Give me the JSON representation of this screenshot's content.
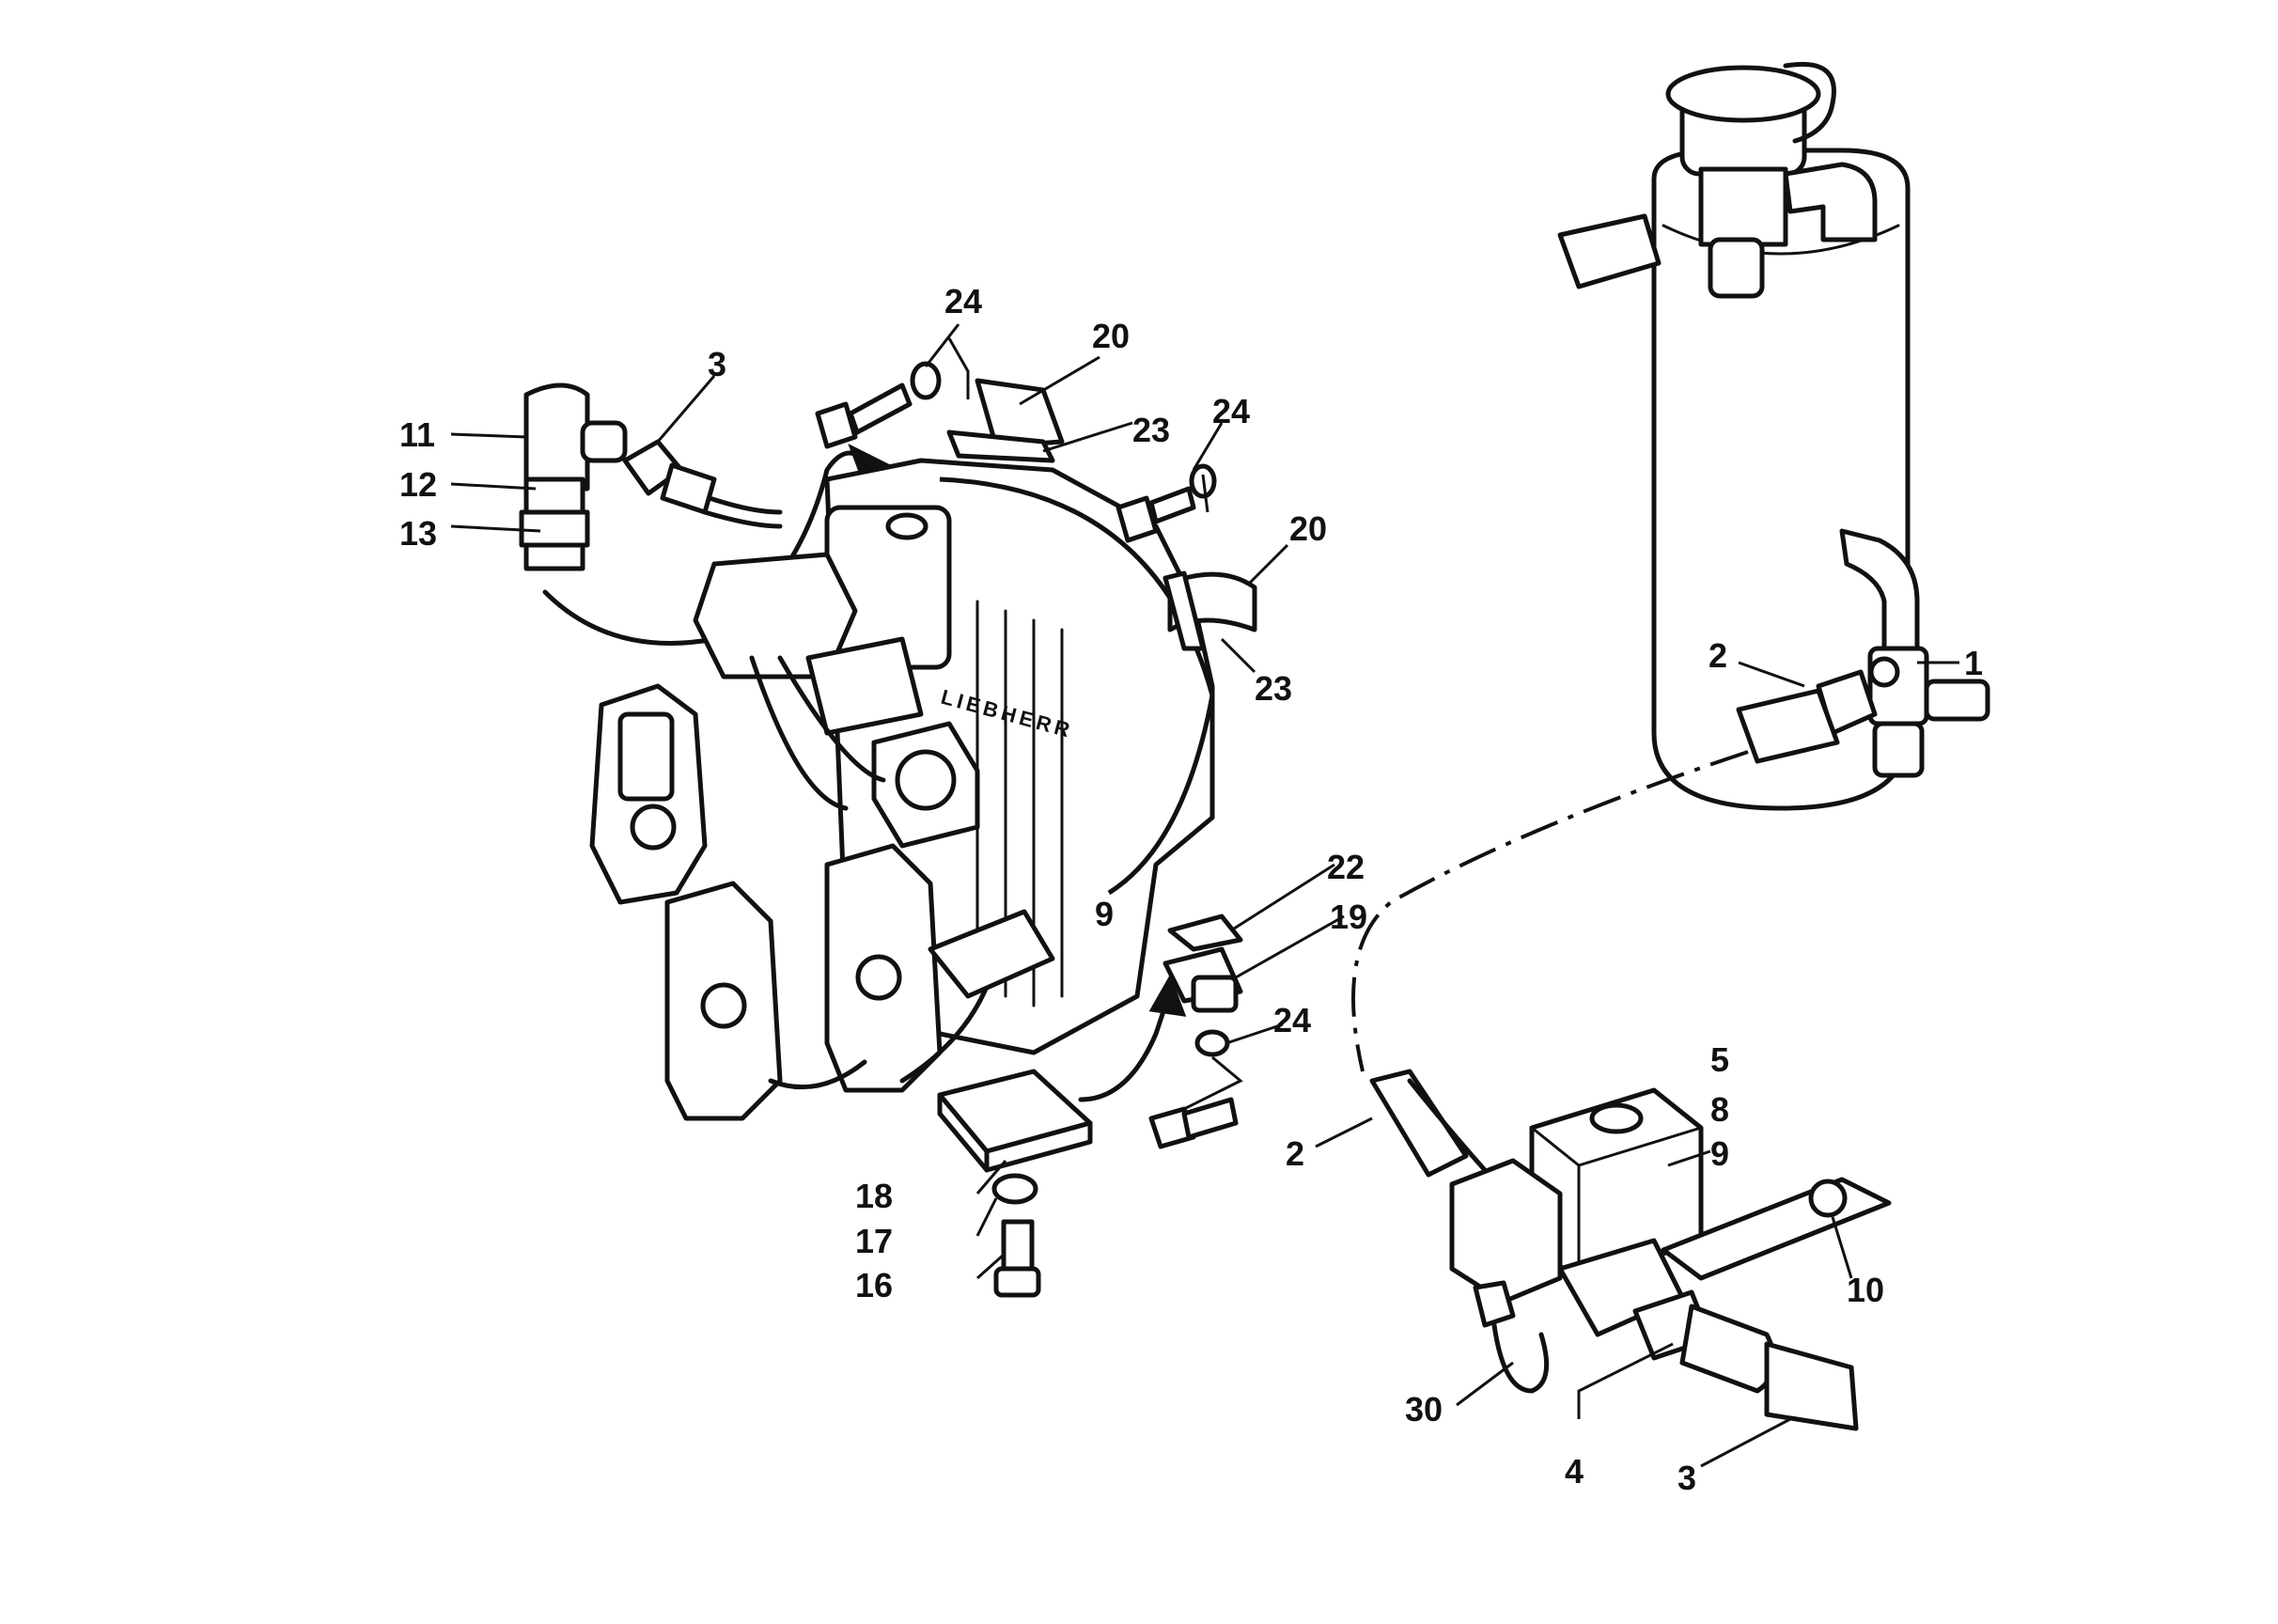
{
  "diagram": {
    "brand_text": "LIEBHERR",
    "callouts": [
      "1",
      "2",
      "2",
      "3",
      "3",
      "4",
      "5",
      "8",
      "9",
      "9",
      "10",
      "11",
      "12",
      "13",
      "16",
      "17",
      "18",
      "19",
      "20",
      "20",
      "22",
      "23",
      "23",
      "24",
      "24",
      "24",
      "30"
    ]
  }
}
